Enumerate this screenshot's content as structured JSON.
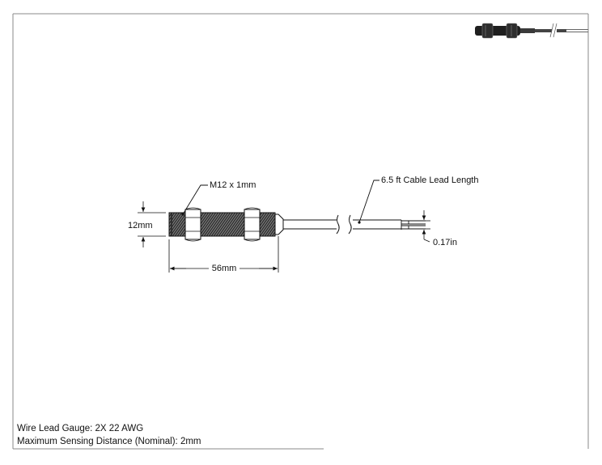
{
  "drawing": {
    "callouts": {
      "thread": "M12 x 1mm",
      "cable_length": "6.5 ft Cable Lead Length"
    },
    "dimensions": {
      "diameter": "12mm",
      "body_length": "56mm",
      "wire_spacing": "0.17in"
    }
  },
  "notes": {
    "wire_gauge": "Wire Lead Gauge: 2X 22 AWG",
    "sensing_distance": "Maximum Sensing Distance (Nominal): 2mm"
  },
  "colors": {
    "line": "#111111",
    "border": "#8a8a8a",
    "thread_dark": "#2a2a2a",
    "thread_light": "#7a7a7a"
  },
  "icons": {
    "preview": "sensor-isometric-thumbnail-icon"
  }
}
